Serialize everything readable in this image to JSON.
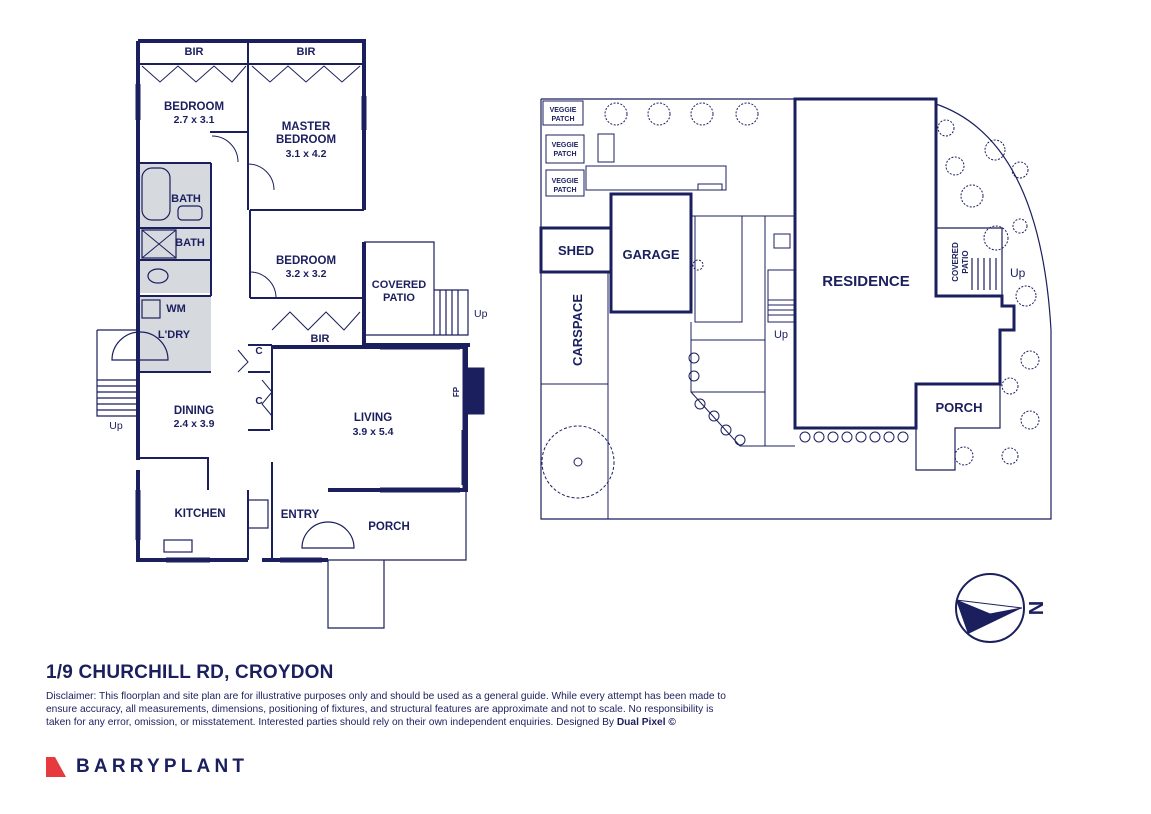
{
  "colors": {
    "wall": "#1b1f5e",
    "wet_area": "#d6dade",
    "brand_red": "#e63a3f",
    "background": "#ffffff"
  },
  "floorplan": {
    "bir_top_left": "BIR",
    "bir_top_right": "BIR",
    "bedroom_2_name": "BEDROOM",
    "bedroom_2_size": "2.7 x 3.1",
    "master_name_1": "MASTER",
    "master_name_2": "BEDROOM",
    "master_size": "3.1 x 4.2",
    "bath_1": "BATH",
    "bath_2": "BATH",
    "bedroom_3_name": "BEDROOM",
    "bedroom_3_size": "3.2 x 3.2",
    "bir_lower": "BIR",
    "covered_patio_1": "COVERED",
    "covered_patio_2": "PATIO",
    "up_patio": "Up",
    "wm": "WM",
    "laundry": "L'DRY",
    "cupboard_1": "C",
    "cupboard_2": "C",
    "fireplace": "FP",
    "dining_name": "DINING",
    "dining_size": "2.4 x 3.9",
    "living_name": "LIVING",
    "living_size": "3.9 x 5.4",
    "up_dining": "Up",
    "kitchen": "KITCHEN",
    "entry": "ENTRY",
    "porch": "PORCH"
  },
  "siteplan": {
    "veggie_1a": "VEGGIE",
    "veggie_1b": "PATCH",
    "veggie_2a": "VEGGIE",
    "veggie_2b": "PATCH",
    "veggie_3a": "VEGGIE",
    "veggie_3b": "PATCH",
    "shed": "SHED",
    "garage": "GARAGE",
    "residence": "RESIDENCE",
    "covered_patio_1": "COVERED",
    "covered_patio_2": "PATIO",
    "up_patio": "Up",
    "up_stairs": "Up",
    "carspace": "CARSPACE",
    "porch": "PORCH"
  },
  "compass": {
    "label": "N"
  },
  "address": "1/9 CHURCHILL RD, CROYDON",
  "disclaimer": "Disclaimer: This floorplan and site plan are for illustrative purposes only and should be used as a general guide. While every attempt has been made to ensure accuracy, all measurements, dimensions, positioning of fixtures, and structural features are approximate and not to scale. No responsibility is taken for any error, omission, or misstatement. Interested parties should rely on their own independent enquiries. Designed By",
  "designer": "Dual Pixel ©",
  "brand": {
    "name": "BARRYPLANT",
    "icon": "barryplant-logo-icon"
  }
}
